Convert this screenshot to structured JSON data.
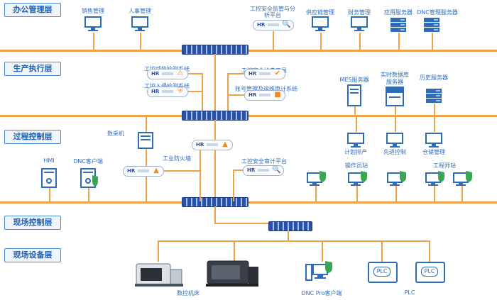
{
  "layers": {
    "office": "办公管理层",
    "production": "生产执行层",
    "process": "过程控制层",
    "field_control": "现场控制层",
    "field_device": "现场设备层"
  },
  "office": {
    "sales": "销售管理",
    "hr": "人事管理",
    "audit_platform_line1": "工控安全监管与分",
    "audit_platform_line2": "析平台",
    "supply": "供应链管理",
    "finance": "财务管理",
    "app_server": "应用服务器",
    "dnc_server": "DNC管理服务器"
  },
  "production": {
    "threat_detect": "工控威胁检测系统",
    "security_check": "工控安全检查工具",
    "intrusion_detect": "工控入侵检测系统",
    "account_audit": "账号管理及运维审计系统",
    "mes_server": "MES服务器",
    "realtime_db_line1": "实时数据库",
    "realtime_db_line2": "服务器",
    "history_server": "历史服务器"
  },
  "process": {
    "collector": "数采机",
    "firewall": "工业防火墙",
    "audit_platform": "工控安全审计平台",
    "hmi": "HMI",
    "dnc_client": "DNC客户端",
    "plan": "计划排产",
    "advanced_control": "先进控制",
    "warehouse": "仓储管理",
    "operator_station": "操作员站",
    "engineer_station": "工程师站"
  },
  "field": {
    "cnc": "数控机床",
    "dnc_pro": "DNC Pro客户端",
    "plc": "PLC",
    "plc_badge": "PLC"
  },
  "brand": {
    "logo": "HR"
  },
  "colors": {
    "bus": "#f0a24a",
    "text": "#2f6cb8",
    "switch": "#2c4fa8",
    "shield": "#3aa655",
    "icon": "#2f6cb8"
  }
}
